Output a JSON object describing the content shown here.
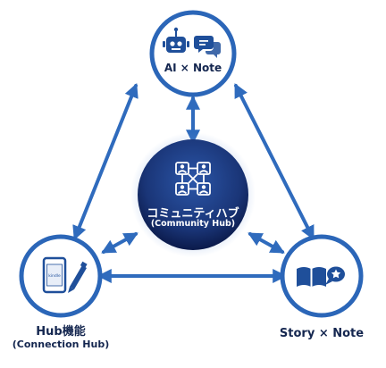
{
  "nodes": {
    "ai_note": {
      "label": "AI × Note",
      "icons": [
        "robot-icon",
        "chat-bubbles-icon"
      ]
    },
    "community_hub": {
      "title": "コミュニティハブ",
      "subtitle": "(Community Hub)",
      "icons": [
        "people-network-icon"
      ]
    },
    "hub_kinou": {
      "title": "Hub機能",
      "subtitle": "(Connection Hub)",
      "device_text": "kindle",
      "icons": [
        "ereader-icon",
        "pen-icon"
      ]
    },
    "story_note": {
      "label": "Story × Note",
      "icons": [
        "book-icon",
        "speech-bubble-icon"
      ]
    }
  },
  "colors": {
    "ring": "#2b66b8",
    "arrow": "#2f6bbd",
    "hub_center": "#24468f",
    "hub_edge": "#0b1a4a",
    "text": "#14264f",
    "icon": "#1f4f9a"
  }
}
